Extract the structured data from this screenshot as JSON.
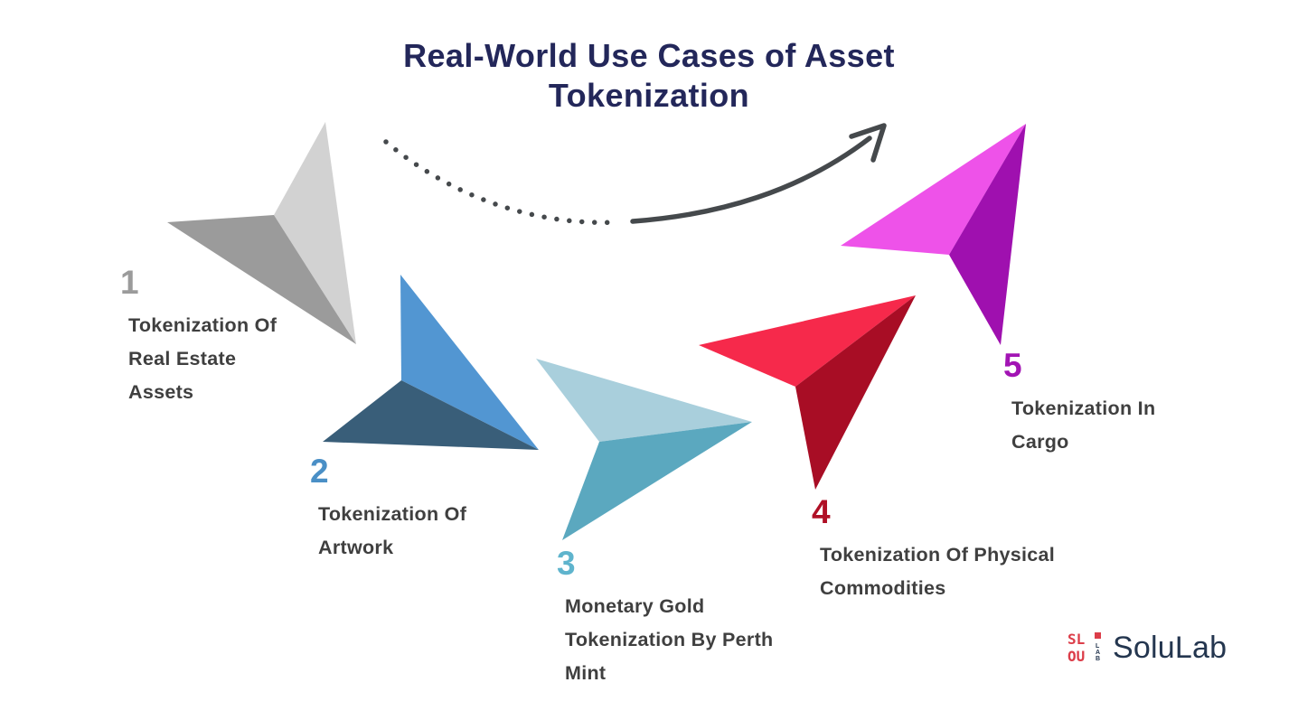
{
  "title": {
    "line1": "Real-World Use Cases of Asset",
    "line2": "Tokenization"
  },
  "items": [
    {
      "number": "1",
      "lines": [
        "Tokenization Of",
        "Real Estate",
        "Assets"
      ],
      "accent": "#9b9b9b",
      "face_light": "#d2d2d2",
      "face_dark": "#9b9b9b"
    },
    {
      "number": "2",
      "lines": [
        "Tokenization Of",
        "Artwork"
      ],
      "accent": "#4a8fc6",
      "face_light": "#5296d2",
      "face_dark": "#395e79"
    },
    {
      "number": "3",
      "lines": [
        "Monetary Gold",
        "Tokenization By Perth",
        "Mint"
      ],
      "accent": "#5fb4cd",
      "face_light": "#a9cfdc",
      "face_dark": "#5ba8bf"
    },
    {
      "number": "4",
      "lines": [
        "Tokenization Of Physical",
        "Commodities"
      ],
      "accent": "#b01026",
      "face_light": "#f6294b",
      "face_dark": "#a80d25"
    },
    {
      "number": "5",
      "lines": [
        "Tokenization In",
        "Cargo"
      ],
      "accent": "#a214b4",
      "face_light": "#ee52e9",
      "face_dark": "#9f10af"
    }
  ],
  "logo": {
    "name": "SoluLab",
    "mark_row1": "SL",
    "mark_row2": "OU",
    "mark_side": [
      "L",
      "A",
      "B"
    ],
    "mark_color": "#dc3d49",
    "text_color": "#24364f"
  },
  "colors": {
    "background": "#ffffff",
    "title": "#23275a",
    "body_text": "#3f3f3f",
    "arrow": "#45494c"
  }
}
